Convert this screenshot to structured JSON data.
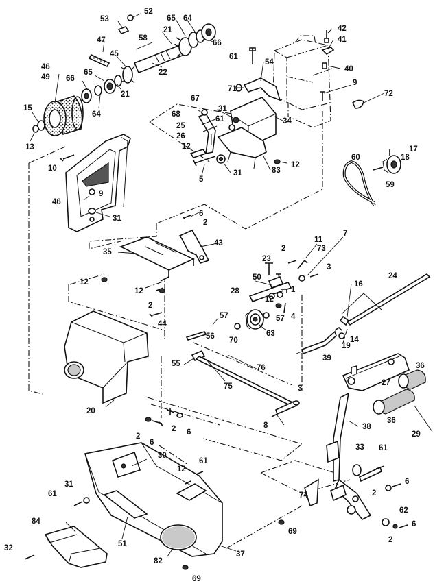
{
  "callouts": [
    {
      "id": "c52",
      "text": "52"
    },
    {
      "id": "c53",
      "text": "53"
    },
    {
      "id": "c47",
      "text": "47"
    },
    {
      "id": "c65a",
      "text": "65"
    },
    {
      "id": "c64a",
      "text": "64"
    },
    {
      "id": "c21a",
      "text": "21"
    },
    {
      "id": "c58",
      "text": "58"
    },
    {
      "id": "c66a",
      "text": "66"
    },
    {
      "id": "c45",
      "text": "45"
    },
    {
      "id": "c22",
      "text": "22"
    },
    {
      "id": "c46a",
      "text": "46"
    },
    {
      "id": "c49",
      "text": "49"
    },
    {
      "id": "c66b",
      "text": "66"
    },
    {
      "id": "c65b",
      "text": "65"
    },
    {
      "id": "c21b",
      "text": "21"
    },
    {
      "id": "c64b",
      "text": "64"
    },
    {
      "id": "c15",
      "text": "15"
    },
    {
      "id": "c13",
      "text": "13"
    },
    {
      "id": "c42",
      "text": "42"
    },
    {
      "id": "c41",
      "text": "41"
    },
    {
      "id": "c61a",
      "text": "61"
    },
    {
      "id": "c54",
      "text": "54"
    },
    {
      "id": "c40",
      "text": "40"
    },
    {
      "id": "c71",
      "text": "71"
    },
    {
      "id": "c9a",
      "text": "9"
    },
    {
      "id": "c72",
      "text": "72"
    },
    {
      "id": "c67",
      "text": "67"
    },
    {
      "id": "c68",
      "text": "68"
    },
    {
      "id": "c31a",
      "text": "31"
    },
    {
      "id": "c25",
      "text": "25"
    },
    {
      "id": "c61b",
      "text": "61"
    },
    {
      "id": "c26",
      "text": "26"
    },
    {
      "id": "c34",
      "text": "34"
    },
    {
      "id": "c12a",
      "text": "12"
    },
    {
      "id": "c10",
      "text": "10"
    },
    {
      "id": "c5",
      "text": "5"
    },
    {
      "id": "c31b",
      "text": "31"
    },
    {
      "id": "c83",
      "text": "83"
    },
    {
      "id": "c12b",
      "text": "12"
    },
    {
      "id": "c18",
      "text": "18"
    },
    {
      "id": "c60",
      "text": "60"
    },
    {
      "id": "c17",
      "text": "17"
    },
    {
      "id": "c59",
      "text": "59"
    },
    {
      "id": "c9b",
      "text": "9"
    },
    {
      "id": "c46b",
      "text": "46"
    },
    {
      "id": "c31c",
      "text": "31"
    },
    {
      "id": "c6a",
      "text": "6"
    },
    {
      "id": "c2a",
      "text": "2"
    },
    {
      "id": "c43",
      "text": "43"
    },
    {
      "id": "c35",
      "text": "35"
    },
    {
      "id": "c7",
      "text": "7"
    },
    {
      "id": "c11",
      "text": "11"
    },
    {
      "id": "c73",
      "text": "73"
    },
    {
      "id": "c2b",
      "text": "2"
    },
    {
      "id": "c23",
      "text": "23"
    },
    {
      "id": "c3a",
      "text": "3"
    },
    {
      "id": "c50",
      "text": "50"
    },
    {
      "id": "c12c",
      "text": "12"
    },
    {
      "id": "c12d",
      "text": "12"
    },
    {
      "id": "c28",
      "text": "28"
    },
    {
      "id": "c1",
      "text": "1"
    },
    {
      "id": "c12e",
      "text": "12"
    },
    {
      "id": "c16",
      "text": "16"
    },
    {
      "id": "c24",
      "text": "24"
    },
    {
      "id": "c2c",
      "text": "2"
    },
    {
      "id": "c44",
      "text": "44"
    },
    {
      "id": "c57a",
      "text": "57"
    },
    {
      "id": "c57b",
      "text": "57"
    },
    {
      "id": "c4",
      "text": "4"
    },
    {
      "id": "c70",
      "text": "70"
    },
    {
      "id": "c63",
      "text": "63"
    },
    {
      "id": "c14",
      "text": "14"
    },
    {
      "id": "c56",
      "text": "56"
    },
    {
      "id": "c19",
      "text": "19"
    },
    {
      "id": "c39",
      "text": "39"
    },
    {
      "id": "c36a",
      "text": "36"
    },
    {
      "id": "c55",
      "text": "55"
    },
    {
      "id": "c76",
      "text": "76"
    },
    {
      "id": "c75",
      "text": "75"
    },
    {
      "id": "c27",
      "text": "27"
    },
    {
      "id": "c3b",
      "text": "3"
    },
    {
      "id": "c20",
      "text": "20"
    },
    {
      "id": "c36b",
      "text": "36"
    },
    {
      "id": "c29",
      "text": "29"
    },
    {
      "id": "c8",
      "text": "8"
    },
    {
      "id": "c38",
      "text": "38"
    },
    {
      "id": "c2d",
      "text": "2"
    },
    {
      "id": "c6b",
      "text": "6"
    },
    {
      "id": "c2e",
      "text": "2"
    },
    {
      "id": "c6c",
      "text": "6"
    },
    {
      "id": "c30",
      "text": "30"
    },
    {
      "id": "c61c",
      "text": "61"
    },
    {
      "id": "c33",
      "text": "33"
    },
    {
      "id": "c61d",
      "text": "61"
    },
    {
      "id": "c12f",
      "text": "12"
    },
    {
      "id": "c31d",
      "text": "31"
    },
    {
      "id": "c61e",
      "text": "61"
    },
    {
      "id": "c2f",
      "text": "2"
    },
    {
      "id": "c6d",
      "text": "6"
    },
    {
      "id": "c74",
      "text": "74"
    },
    {
      "id": "c84",
      "text": "84"
    },
    {
      "id": "c51",
      "text": "51"
    },
    {
      "id": "c69a",
      "text": "69"
    },
    {
      "id": "c62",
      "text": "62"
    },
    {
      "id": "c6e",
      "text": "6"
    },
    {
      "id": "c2g",
      "text": "2"
    },
    {
      "id": "c32",
      "text": "32"
    },
    {
      "id": "c82",
      "text": "82"
    },
    {
      "id": "c37",
      "text": "37"
    },
    {
      "id": "c69b",
      "text": "69"
    }
  ]
}
